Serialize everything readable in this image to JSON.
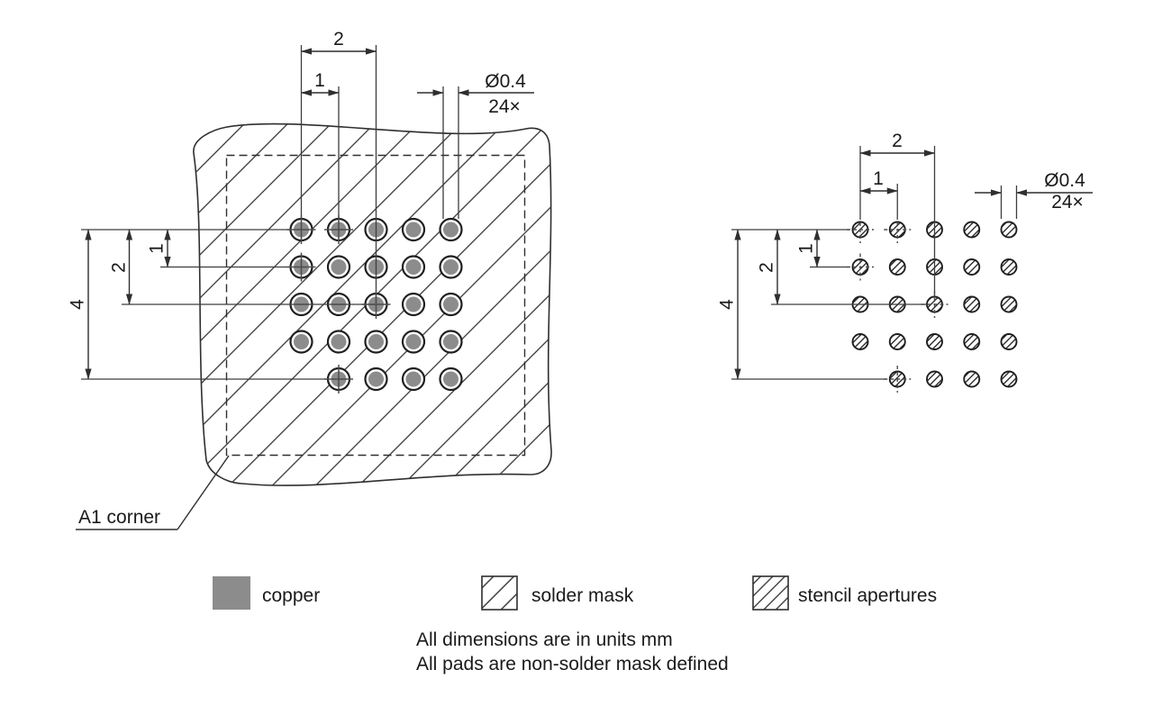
{
  "left_view": {
    "dim_pitch_2": "2",
    "dim_pitch_1": "1",
    "dim_pad_diameter": "Ø0.4",
    "dim_pad_count": "24×",
    "dim_span_4": "4",
    "dim_span_2": "2",
    "dim_span_1": "1",
    "a1_corner_label": "A1 corner"
  },
  "right_view": {
    "dim_pitch_2": "2",
    "dim_pitch_1": "1",
    "dim_aperture_diameter": "Ø0.4",
    "dim_aperture_count": "24×",
    "dim_span_4": "4",
    "dim_span_2": "2",
    "dim_span_1": "1"
  },
  "legend": {
    "items": [
      {
        "swatch": "copper-swatch",
        "label": "copper"
      },
      {
        "swatch": "solder-mask-swatch",
        "label": "solder mask"
      },
      {
        "swatch": "stencil-apertures-swatch",
        "label": "stencil apertures"
      }
    ]
  },
  "notes": {
    "line1": "All dimensions are in units mm",
    "line2": "All pads are non-solder mask defined"
  },
  "colors": {
    "copper_fill": "#8c8c8c",
    "line": "#2f2f2f",
    "background": "#ffffff"
  }
}
